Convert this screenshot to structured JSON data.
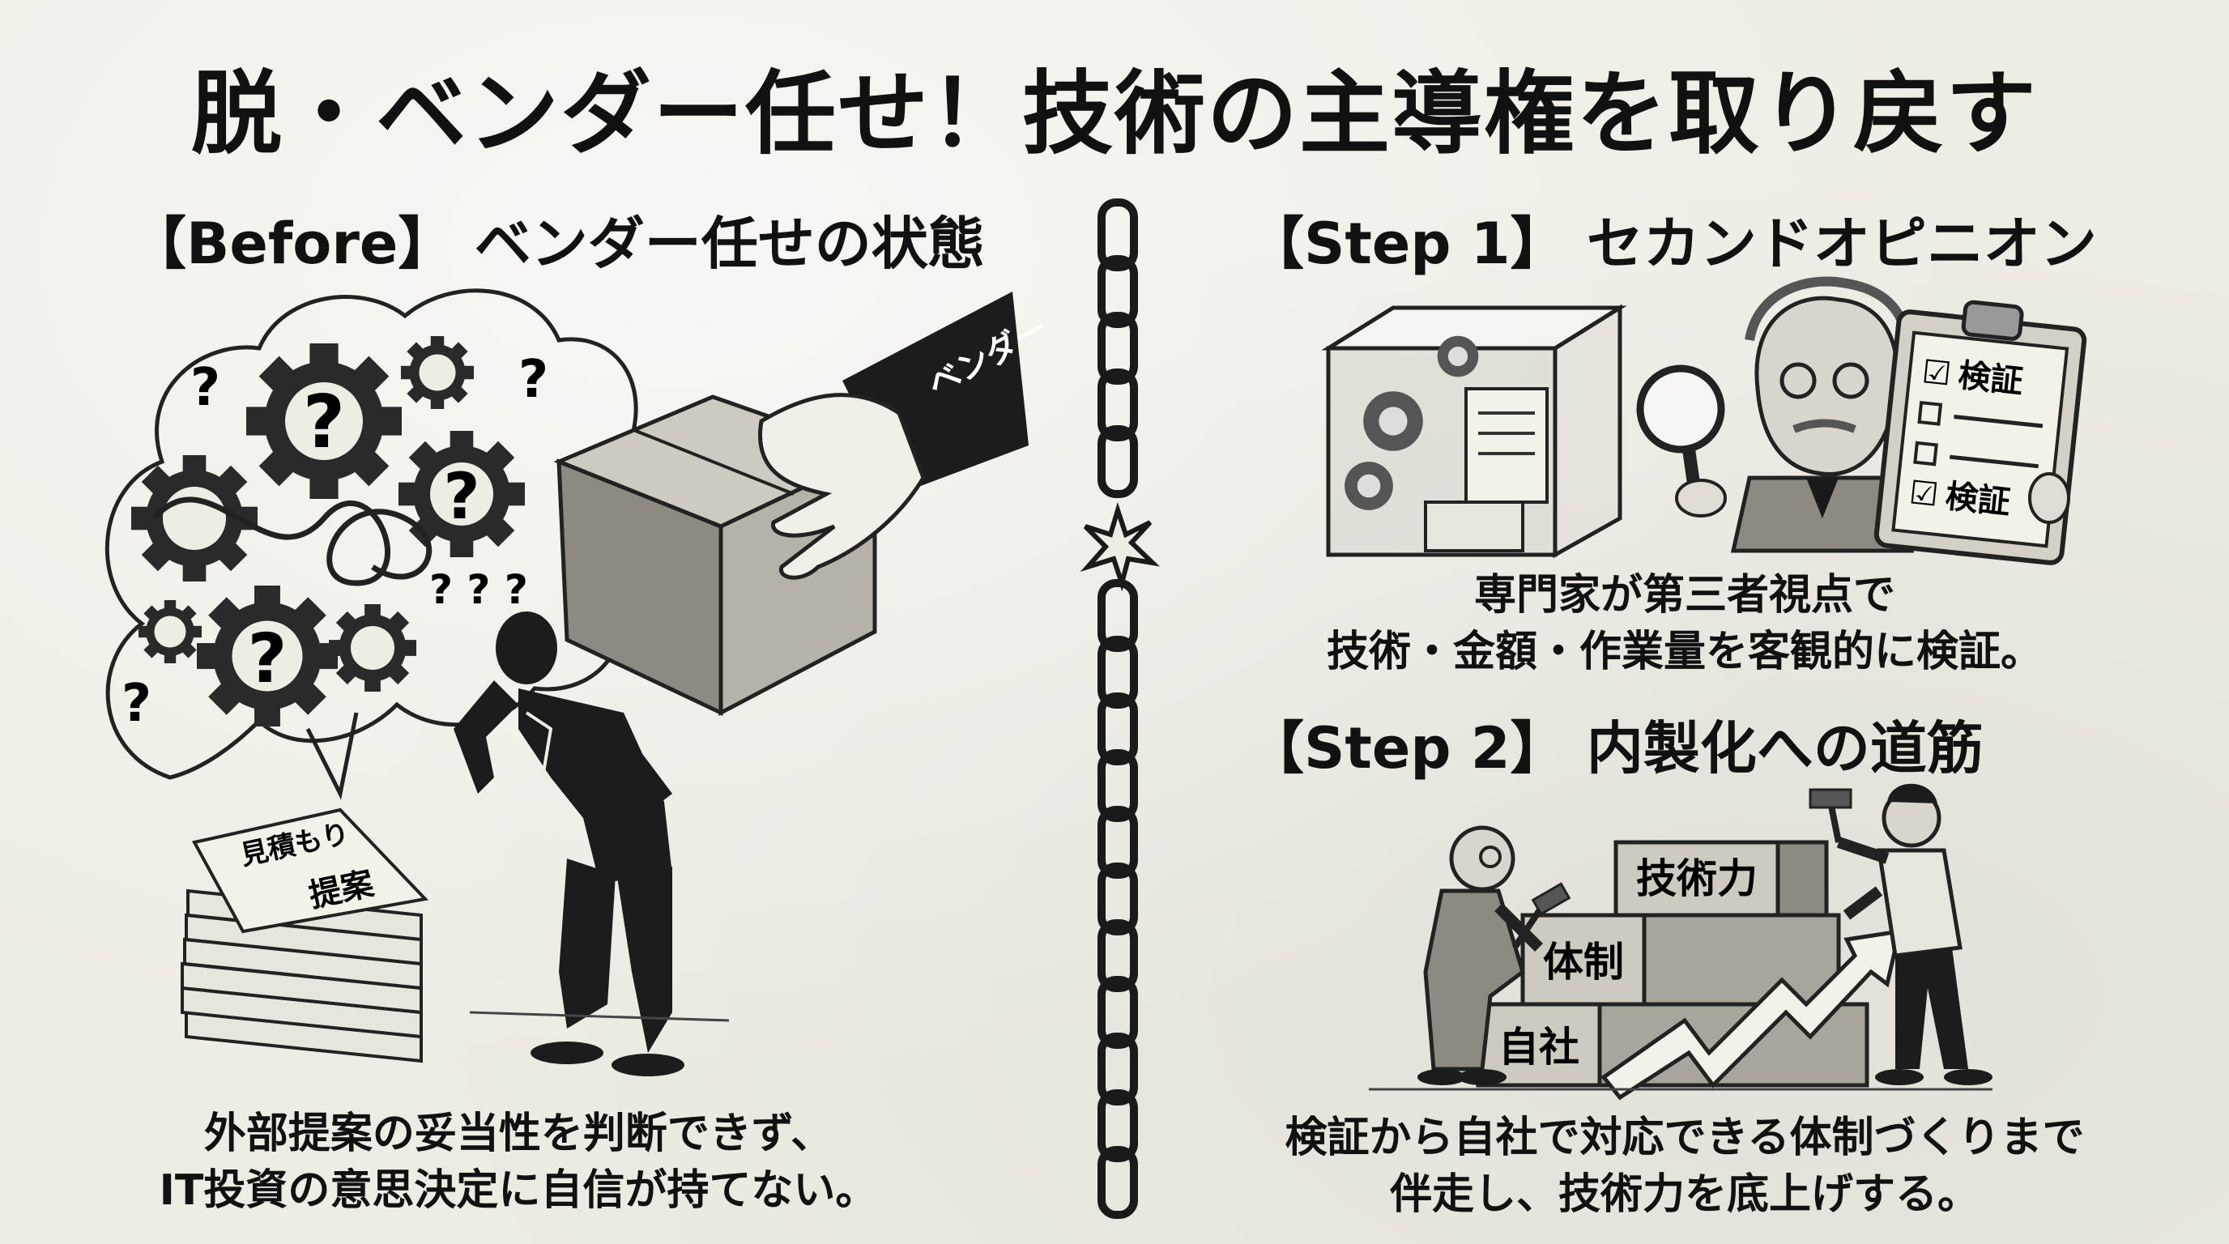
{
  "title": "脱・ベンダー任せ！技術の主導権を取り戻す",
  "before": {
    "heading": "【Before】 ベンダー任せの状態",
    "sleeve_label": "ベンダー",
    "document_label_1": "見積もり",
    "document_label_2": "提案",
    "caption_line1": "外部提案の妥当性を判断できず、",
    "caption_line2": "IT投資の意思決定に自信が持てない。"
  },
  "step1": {
    "heading": "【Step 1】 セカンドオピニオン",
    "clipboard_item_1": "検証",
    "clipboard_item_2": "検証",
    "caption_line1": "専門家が第三者視点で",
    "caption_line2": "技術・金額・作業量を客観的に検証。"
  },
  "step2": {
    "heading": "【Step 2】 内製化への道筋",
    "block_top": "技術力",
    "block_middle": "体制",
    "block_bottom": "自社",
    "caption_line1": "検証から自社で対応できる体制づくりまで",
    "caption_line2": "伴走し、技術力を底上げする。"
  }
}
